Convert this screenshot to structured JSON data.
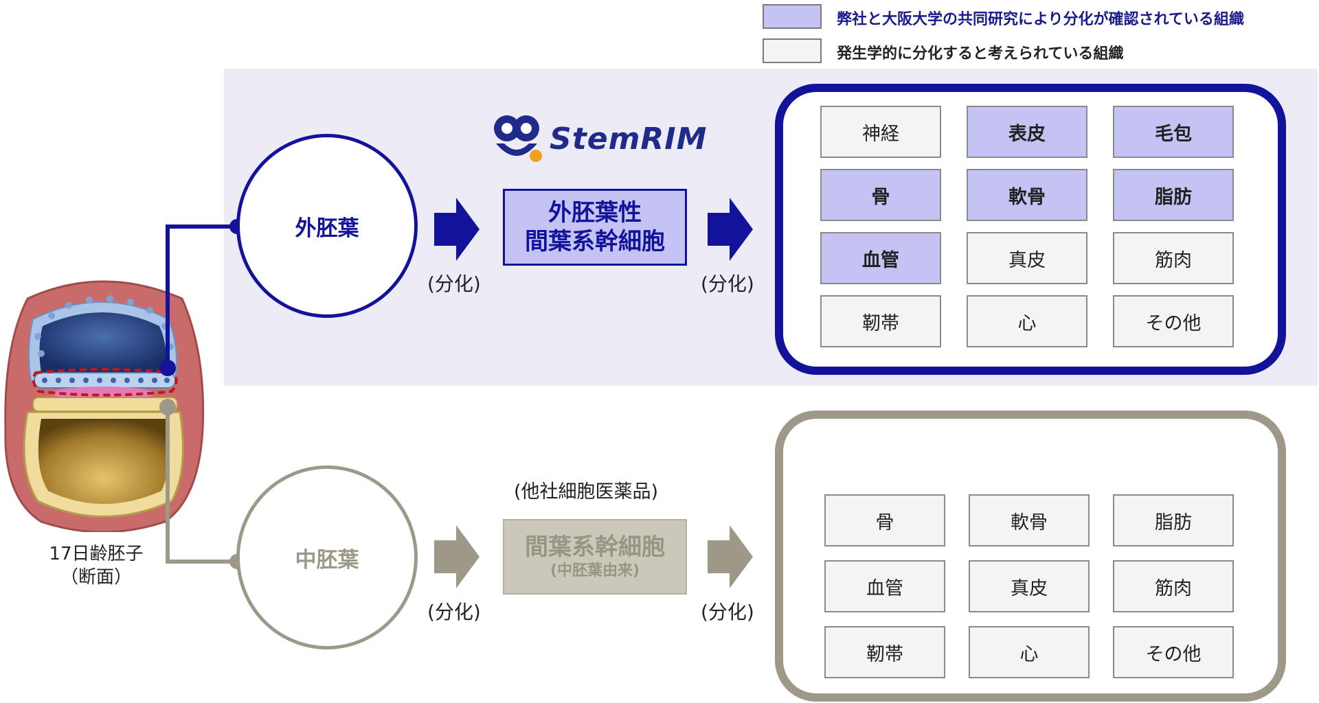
{
  "legend": {
    "confirmed": {
      "label": "弊社と大阪大学の共同研究により分化が確認されている組織",
      "color": "#c4c3f4",
      "text_color": "#1a1a8c"
    },
    "expected": {
      "label": "発生学的に分化すると考えられている組織",
      "color": "#f4f4f2",
      "text_color": "#222222"
    }
  },
  "logo": {
    "text": "StemRIM",
    "color": "#1f2a8a",
    "accent": "#f0a020"
  },
  "embryo": {
    "caption_line1": "17日齢胚子",
    "caption_line2": "（断面）"
  },
  "ectoderm": {
    "label": "外胚葉",
    "color": "#12129a",
    "arrow1_label": "(分化)",
    "cell_line1": "外胚葉性",
    "cell_line2": "間葉系幹細胞",
    "cell_bg": "#c4c3f4",
    "arrow2_label": "(分化)",
    "tissues": [
      {
        "label": "神経",
        "status": "expected"
      },
      {
        "label": "表皮",
        "status": "confirmed"
      },
      {
        "label": "毛包",
        "status": "confirmed"
      },
      {
        "label": "骨",
        "status": "confirmed"
      },
      {
        "label": "軟骨",
        "status": "confirmed"
      },
      {
        "label": "脂肪",
        "status": "confirmed"
      },
      {
        "label": "血管",
        "status": "confirmed"
      },
      {
        "label": "真皮",
        "status": "expected"
      },
      {
        "label": "筋肉",
        "status": "expected"
      },
      {
        "label": "靭帯",
        "status": "expected"
      },
      {
        "label": "心",
        "status": "expected"
      },
      {
        "label": "その他",
        "status": "expected"
      }
    ]
  },
  "mesoderm": {
    "label": "中胚葉",
    "color": "#9e9888",
    "arrow1_label": "(分化)",
    "other_company": "(他社細胞医薬品)",
    "cell_line1": "間葉系幹細胞",
    "cell_line2": "(中胚葉由来)",
    "cell_bg": "#cbc8bb",
    "arrow2_label": "(分化)",
    "tissues": [
      {
        "label": "骨",
        "status": "expected"
      },
      {
        "label": "軟骨",
        "status": "expected"
      },
      {
        "label": "脂肪",
        "status": "expected"
      },
      {
        "label": "血管",
        "status": "expected"
      },
      {
        "label": "真皮",
        "status": "expected"
      },
      {
        "label": "筋肉",
        "status": "expected"
      },
      {
        "label": "靭帯",
        "status": "expected"
      },
      {
        "label": "心",
        "status": "expected"
      },
      {
        "label": "その他",
        "status": "expected"
      }
    ]
  }
}
